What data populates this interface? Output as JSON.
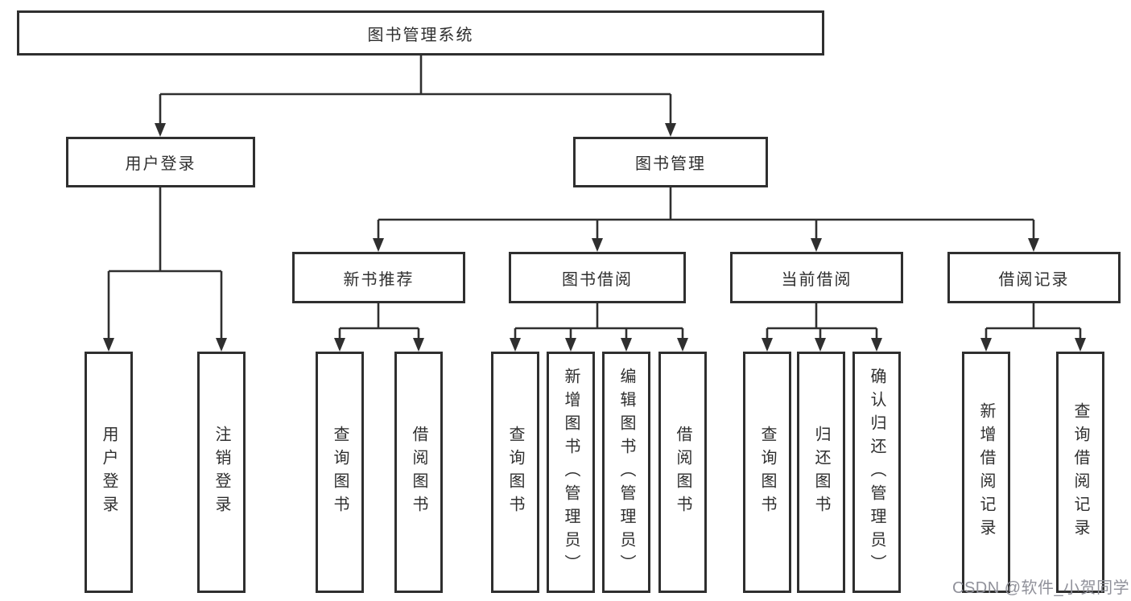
{
  "tree": {
    "root": {
      "label": "图书管理系统"
    },
    "branches": [
      {
        "label": "用户登录",
        "children": [
          {
            "label": "用户登录"
          },
          {
            "label": "注销登录"
          }
        ]
      },
      {
        "label": "图书管理",
        "children": [
          {
            "label": "新书推荐",
            "children": [
              {
                "label": "查询图书"
              },
              {
                "label": "借阅图书"
              }
            ]
          },
          {
            "label": "图书借阅",
            "children": [
              {
                "label": "查询图书"
              },
              {
                "label": "新增图书（管理员）"
              },
              {
                "label": "编辑图书（管理员）"
              },
              {
                "label": "借阅图书"
              }
            ]
          },
          {
            "label": "当前借阅",
            "children": [
              {
                "label": "查询图书"
              },
              {
                "label": "归还图书"
              },
              {
                "label": "确认归还（管理员）"
              }
            ]
          },
          {
            "label": "借阅记录",
            "children": [
              {
                "label": "新增借阅记录"
              },
              {
                "label": "查询借阅记录"
              }
            ]
          }
        ]
      }
    ]
  },
  "watermark": "CSDN @软件_小贺同学",
  "colors": {
    "line": "#2f2f2f",
    "box_border": "#2f2f2f",
    "text": "#2f2f2f",
    "watermark": "#90919a",
    "background": "#ffffff"
  }
}
